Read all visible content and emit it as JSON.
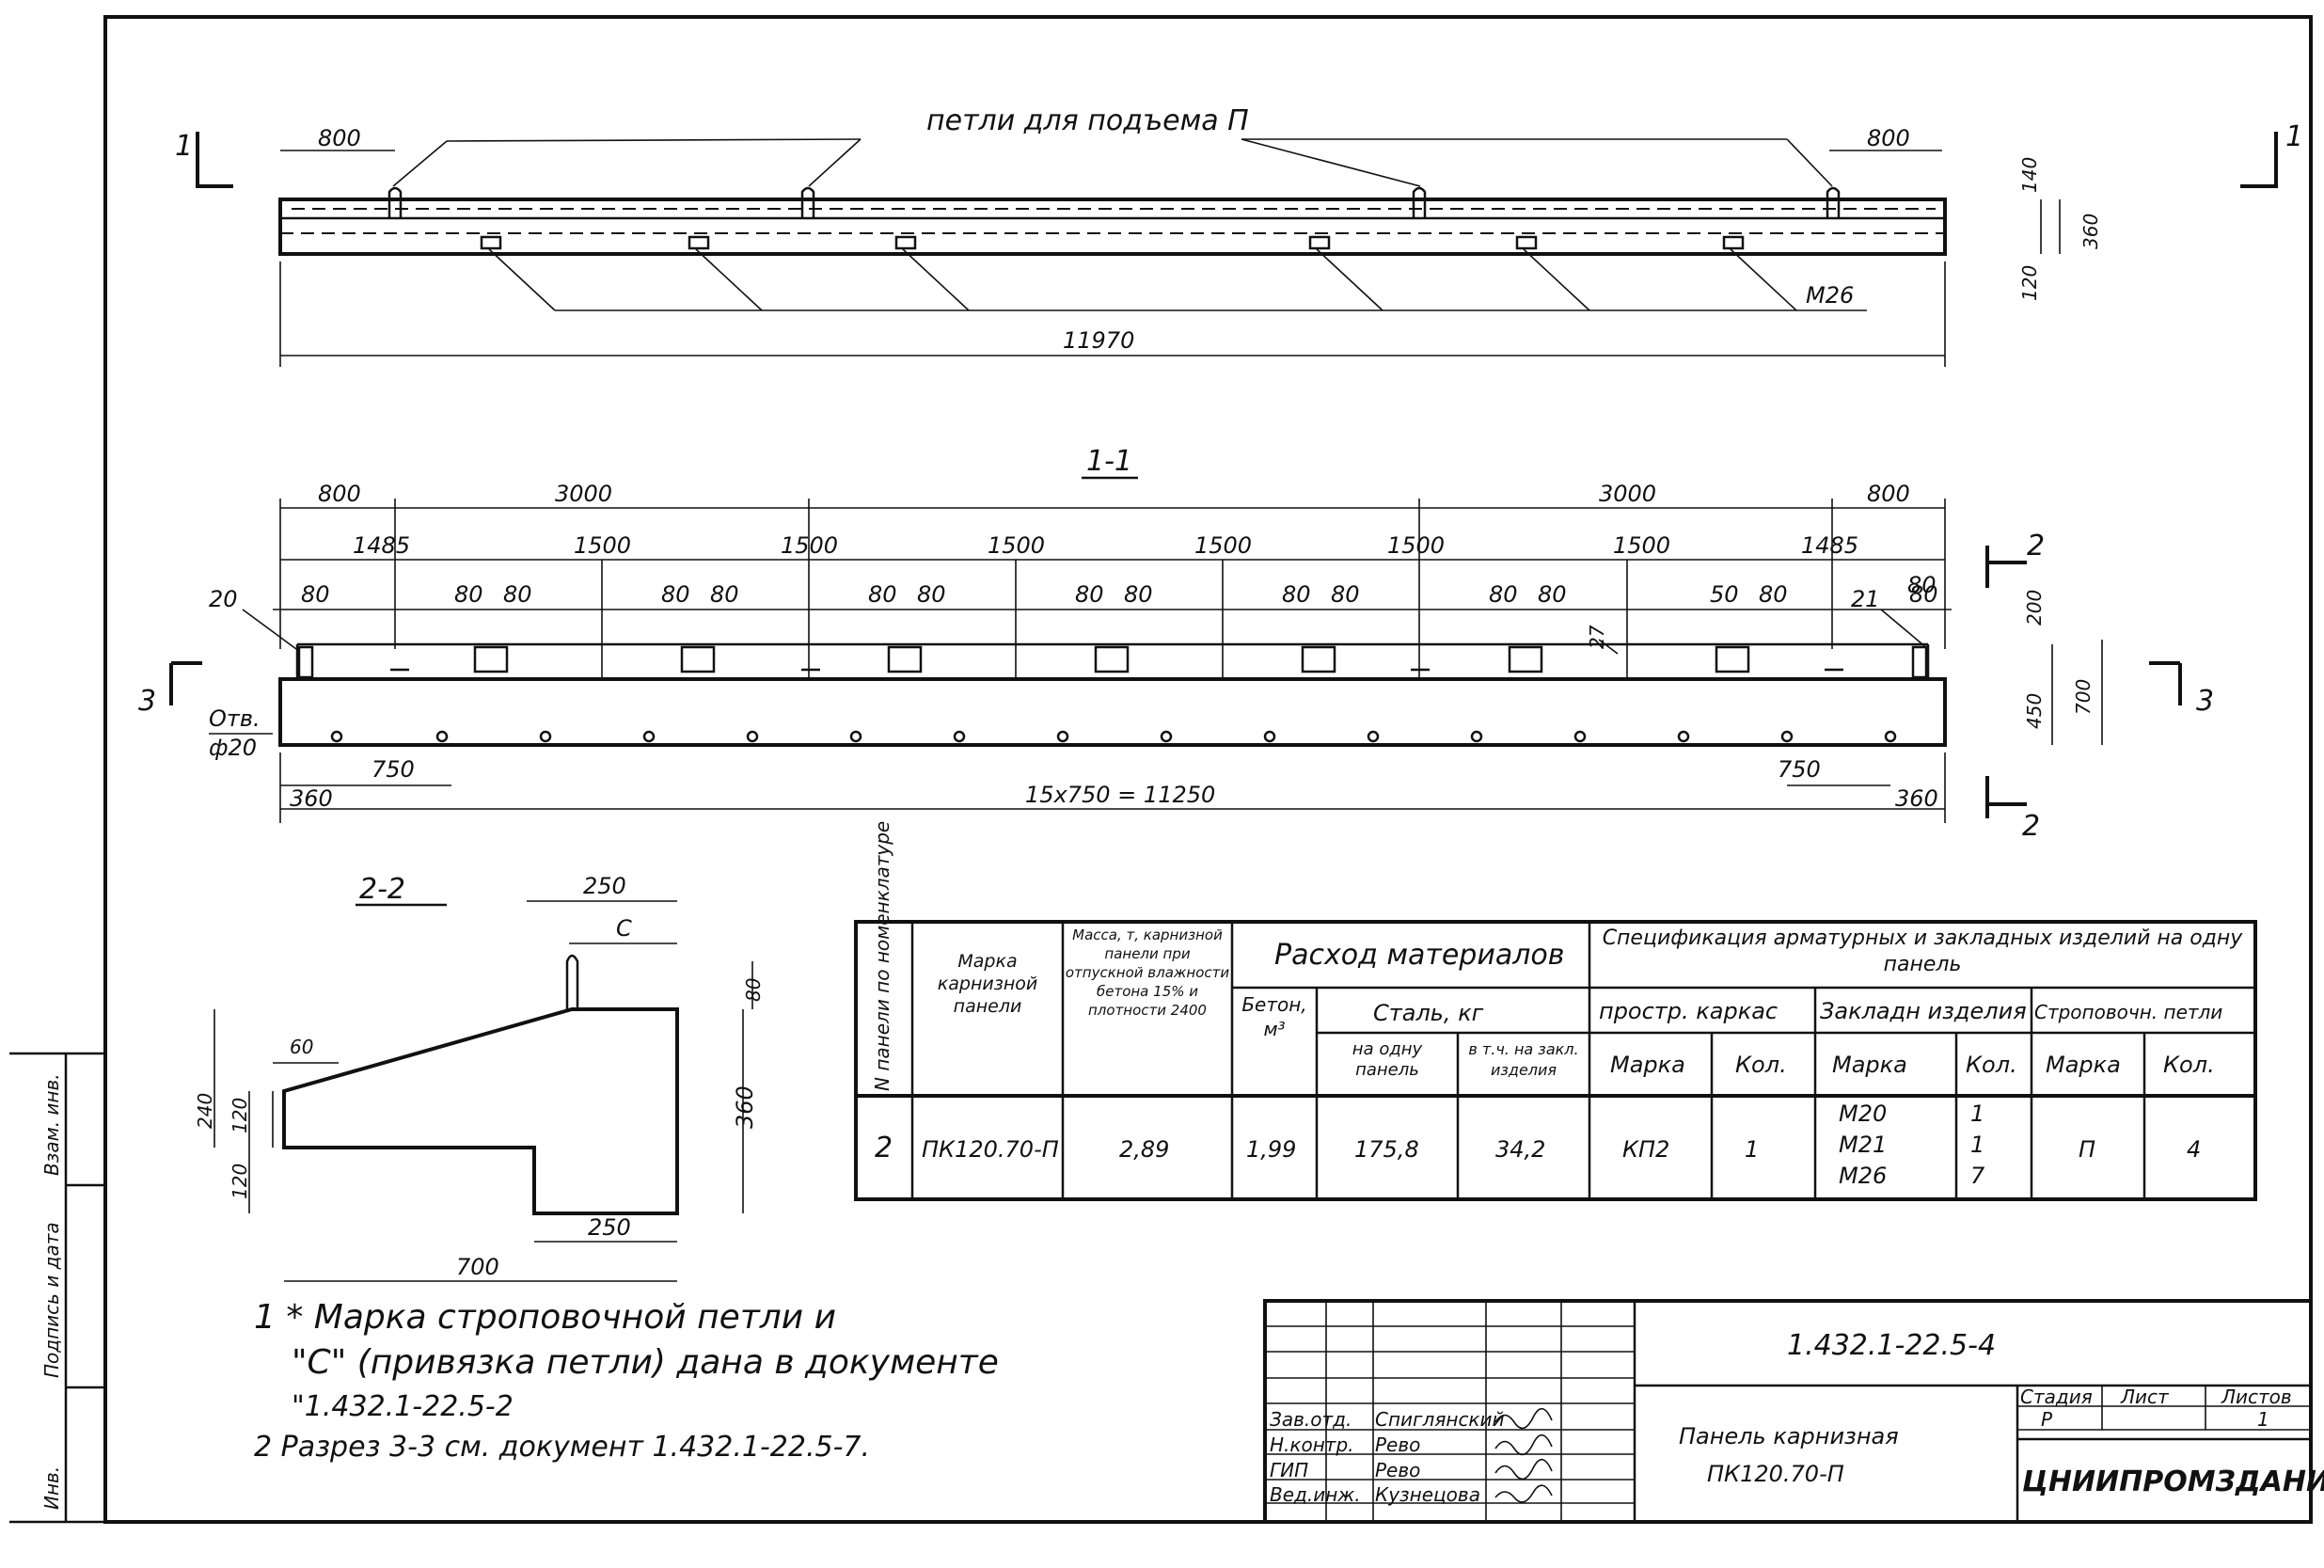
{
  "top_view": {
    "title": "петли для подъема П",
    "section_mark": "1",
    "dim_left": "800",
    "dim_right": "800",
    "dim_overall": "11970",
    "dim_140": "140",
    "dim_360": "360",
    "dim_120": "120",
    "label_n26": "М26"
  },
  "section_1_1": {
    "title": "1-1",
    "top_dims": [
      "800",
      "3000",
      "3000",
      "800"
    ],
    "mid_dims": [
      "1485",
      "1500",
      "1500",
      "1500",
      "1500",
      "1500",
      "1500",
      "1485"
    ],
    "small_dims": [
      "80",
      "80",
      "80",
      "80",
      "80",
      "80",
      "80",
      "80",
      "80",
      "80",
      "80",
      "80",
      "80",
      "50",
      "80",
      "80"
    ],
    "dim_80_right": "80",
    "label_20": "20",
    "label_21": "21",
    "hole_label": "Отв.",
    "hole_diam": "ф20",
    "dim_750_left": "750",
    "dim_750_right": "750",
    "dim_360_left": "360",
    "dim_360_right": "360",
    "dim_overall": "15х750 = 11250",
    "dim_27": "27",
    "dim_200": "200",
    "dim_450": "450",
    "dim_700": "700",
    "section_2": "2",
    "section_3": "3"
  },
  "section_2_2": {
    "title": "2-2",
    "dim_250_top": "250",
    "dim_c": "С",
    "dim_80": "80",
    "dim_60": "60",
    "dim_240": "240",
    "dim_120a": "120",
    "dim_120b": "120",
    "dim_360": "360",
    "dim_250_bottom": "250",
    "dim_700": "700"
  },
  "table": {
    "h_num": "N панели по номенклатуре",
    "h_mark": "Марка карнизной панели",
    "h_mass": "Масса, т, карнизной панели при отпускной влажности бетона 15% и плотности 2400",
    "h_consumption": "Расход материалов",
    "h_concrete": "Бетон, м³",
    "h_steel": "Сталь, кг",
    "h_steel_panel": "на одну панель",
    "h_steel_embedded": "в т.ч. на закл. изделия",
    "h_spec": "Спецификация арматурных и закладных изделий на одну панель",
    "h_frame": "простр. каркас",
    "h_embedded": "Закладн изделия",
    "h_loops": "Строповочн. петли",
    "h_marka": "Марка",
    "h_kol": "Кол.",
    "row": {
      "num": "2",
      "mark": "ПК120.70-П",
      "mass": "2,89",
      "concrete": "1,99",
      "steel_panel": "175,8",
      "steel_embedded": "34,2",
      "frame_mark": "КП2",
      "frame_qty": "1",
      "emb_marks": [
        "М20",
        "М21",
        "М26"
      ],
      "emb_qtys": [
        "1",
        "1",
        "7"
      ],
      "loop_mark": "П",
      "loop_qty": "4"
    }
  },
  "notes": {
    "n1a": "1 * Марка строповочной петли и",
    "n1b": "\"С\" (привязка петли) дана в документе",
    "n1c": "\"1.432.1-22.5-2",
    "n2": "2  Разрез 3-3 см. документ 1.432.1-22.5-7."
  },
  "title_block": {
    "doc_code": "1.432.1-22.5-4",
    "name1": "Панель карнизная",
    "name2": "ПК120.70-П",
    "org": "ЦНИИПРОМЗДАНИЙ",
    "stage_h": "Стадия",
    "sheet_h": "Лист",
    "sheets_h": "Листов",
    "stage": "Р",
    "sheets": "1",
    "roles": [
      "Зав.отд.",
      "Н.контр.",
      "ГИП",
      "Вед.инж."
    ],
    "names": [
      "Спиглянский",
      "Рево",
      "Рево",
      "Кузнецова"
    ]
  },
  "side_stamp": {
    "inv": "Инв.",
    "sign": "Подпись и дата",
    "vzam": "Взам. инв."
  }
}
